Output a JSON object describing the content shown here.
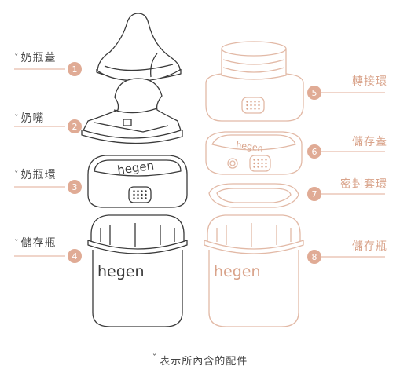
{
  "left_parts": [
    {
      "number": "1",
      "label": "奶瓶蓋",
      "included": true
    },
    {
      "number": "2",
      "label": "奶嘴",
      "included": true
    },
    {
      "number": "3",
      "label": "奶瓶環",
      "included": true
    },
    {
      "number": "4",
      "label": "儲存瓶",
      "included": true
    }
  ],
  "right_parts": [
    {
      "number": "5",
      "label": "轉接環"
    },
    {
      "number": "6",
      "label": "儲存蓋"
    },
    {
      "number": "7",
      "label": "密封套環"
    },
    {
      "number": "8",
      "label": "儲存瓶"
    }
  ],
  "tick_mark": "ˇ",
  "brand_text": "hegen",
  "footer_note": "表示所內含的配件",
  "colors": {
    "accent": "#e0ab95",
    "line_dark": "#3a3a3a",
    "line_light": "#e2b9a6",
    "text_dark": "#4a4a4a"
  }
}
